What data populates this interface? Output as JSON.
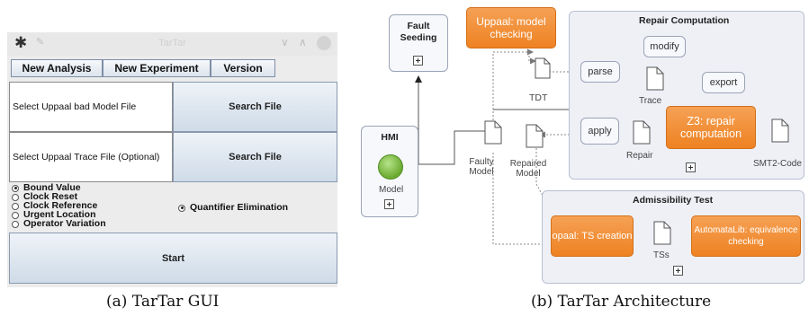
{
  "gui": {
    "window_title": "TarTar",
    "menu": [
      "New Analysis",
      "New Experiment",
      "Version"
    ],
    "model_field": "Select Uppaal bad Model File",
    "trace_field": "Select Uppaal Trace File (Optional)",
    "search_label": "Search File",
    "radio_options": [
      "Bound Value",
      "Clock Reset",
      "Clock Reference",
      "Urgent Location",
      "Operator Variation"
    ],
    "selected_radio": "Bound Value",
    "quantifier_label": "Quantifier Elimination",
    "start_label": "Start"
  },
  "caption_left": "(a) TarTar GUI",
  "caption_right": "(b) TarTar Architecture",
  "arch": {
    "fault_seeding": "Fault Seeding",
    "uppaal_checking": "Uppaal: model checking",
    "repair_computation_title": "Repair Computation",
    "modify": "modify",
    "parse": "parse",
    "export": "export",
    "apply": "apply",
    "z3": "Z3: repair computation",
    "tdt": "TDT",
    "trace": "Trace",
    "repair": "Repair",
    "smt2": "SMT2-Code",
    "hmi": "HMI",
    "model": "Model",
    "faulty_model": "Faulty Model",
    "repaired_model": "Repaired Model",
    "admissibility_title": "Admissibility Test",
    "opaal": "opaal: TS creation",
    "tss": "TSs",
    "automatalib": "AutomataLib: equivalence checking"
  },
  "colors": {
    "accent": "#ee8222",
    "panel": "#eef0f6",
    "button": "#dce3ec"
  }
}
